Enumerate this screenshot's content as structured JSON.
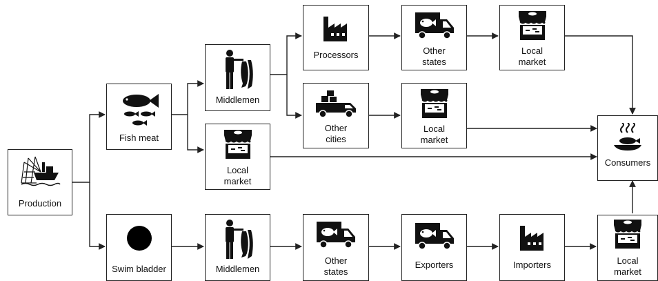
{
  "nodes": {
    "production": {
      "label": "Production",
      "icon": "fishing-boat-icon"
    },
    "fish_meat": {
      "label": "Fish meat",
      "icon": "fish-icon"
    },
    "swim_bladder": {
      "label": "Swim bladder",
      "icon": "black-circle-icon"
    },
    "middlemen_top": {
      "label": "Middlemen",
      "icon": "person-holding-fish-icon"
    },
    "local_market_mid": {
      "label": "Local\nmarket",
      "icon": "market-stall-icon"
    },
    "middlemen_bottom": {
      "label": "Middlemen",
      "icon": "person-holding-fish-icon"
    },
    "processors": {
      "label": "Processors",
      "icon": "factory-icon"
    },
    "other_cities": {
      "label": "Other\ncities",
      "icon": "delivery-truck-icon"
    },
    "other_states_top": {
      "label": "Other\nstates",
      "icon": "fish-truck-icon"
    },
    "local_market_top_mid": {
      "label": "Local\nmarket",
      "icon": "market-stall-icon"
    },
    "local_market_top_right": {
      "label": "Local\nmarket",
      "icon": "market-stall-icon"
    },
    "other_states_bottom": {
      "label": "Other\nstates",
      "icon": "fish-truck-icon"
    },
    "exporters": {
      "label": "Exporters",
      "icon": "fish-truck-icon"
    },
    "importers": {
      "label": "Importers",
      "icon": "factory-icon"
    },
    "local_market_bottom": {
      "label": "Local\nmarket",
      "icon": "market-stall-icon"
    },
    "consumers": {
      "label": "Consumers",
      "icon": "hot-dish-icon"
    }
  }
}
